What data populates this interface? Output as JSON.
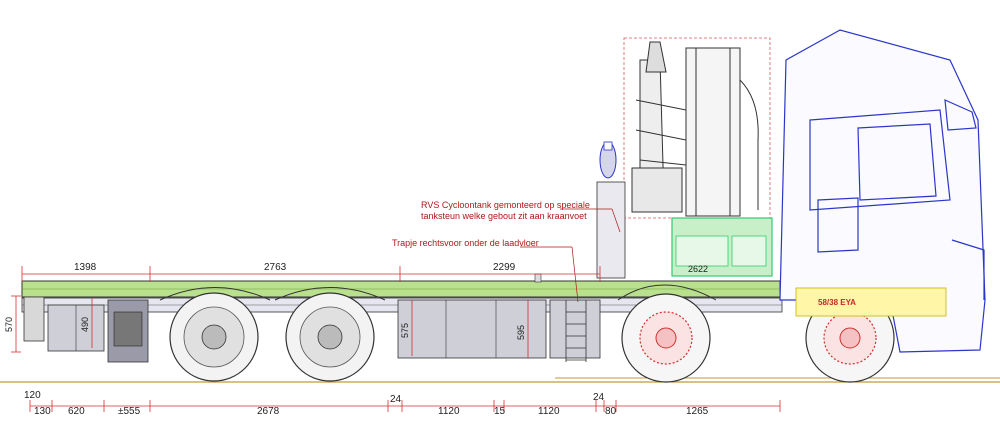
{
  "annotations": {
    "cyclone_line1": "RVS Cycloontank gemonteerd op speciale",
    "cyclone_line2": "tanksteun welke gebout zit aan kraanvoet",
    "steps": "Trapje rechtsvoor onder de laadvloer",
    "crane_box": "2622",
    "red_label": "58/38 EYA"
  },
  "top_dimensions": [
    "1398",
    "2763",
    "2299"
  ],
  "vertical_dimensions": {
    "overall_height": "570",
    "box_1": "490",
    "box_2": "575",
    "box_3": "595"
  },
  "bottom_dimensions": {
    "rear_offset": "120",
    "segments": [
      "130",
      "620",
      "±555",
      "2678",
      "24",
      "1120",
      "15",
      "1120",
      "24",
      "80",
      "1265"
    ]
  },
  "colors": {
    "bed": "#b9e08c",
    "cab": "#2a36c9",
    "dimension": "#d32f2f",
    "crane": "#333333",
    "crane_base": "#2ecc71"
  }
}
